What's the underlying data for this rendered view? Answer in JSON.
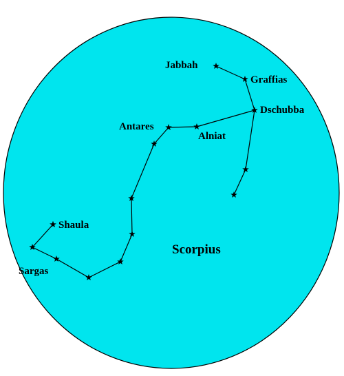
{
  "title": "Scorpius",
  "colors": {
    "sky": "#00e5ee",
    "outline": "#000000",
    "line": "#000000",
    "star": "#000000"
  },
  "stars": [
    {
      "id": "jabbah",
      "label": "Jabbah"
    },
    {
      "id": "graffias",
      "label": "Graffias"
    },
    {
      "id": "dschubba",
      "label": "Dschubba"
    },
    {
      "id": "s4"
    },
    {
      "id": "s5"
    },
    {
      "id": "alniat",
      "label": "Alniat"
    },
    {
      "id": "antares",
      "label": "Antares"
    },
    {
      "id": "s8"
    },
    {
      "id": "s9"
    },
    {
      "id": "s10"
    },
    {
      "id": "s11"
    },
    {
      "id": "s12"
    },
    {
      "id": "s13"
    },
    {
      "id": "sargas",
      "label": "Sargas"
    },
    {
      "id": "s15"
    },
    {
      "id": "shaula",
      "label": "Shaula"
    }
  ],
  "edges": [
    [
      "jabbah",
      "graffias"
    ],
    [
      "graffias",
      "dschubba"
    ],
    [
      "dschubba",
      "s4"
    ],
    [
      "s4",
      "s5"
    ],
    [
      "dschubba",
      "alniat"
    ],
    [
      "alniat",
      "antares"
    ],
    [
      "antares",
      "s8"
    ],
    [
      "s8",
      "s9"
    ],
    [
      "s9",
      "s10"
    ],
    [
      "s10",
      "s11"
    ],
    [
      "s11",
      "s12"
    ],
    [
      "s12",
      "s13"
    ],
    [
      "s13",
      "sargas"
    ],
    [
      "sargas",
      "s15"
    ],
    [
      "s15",
      "shaula"
    ]
  ]
}
